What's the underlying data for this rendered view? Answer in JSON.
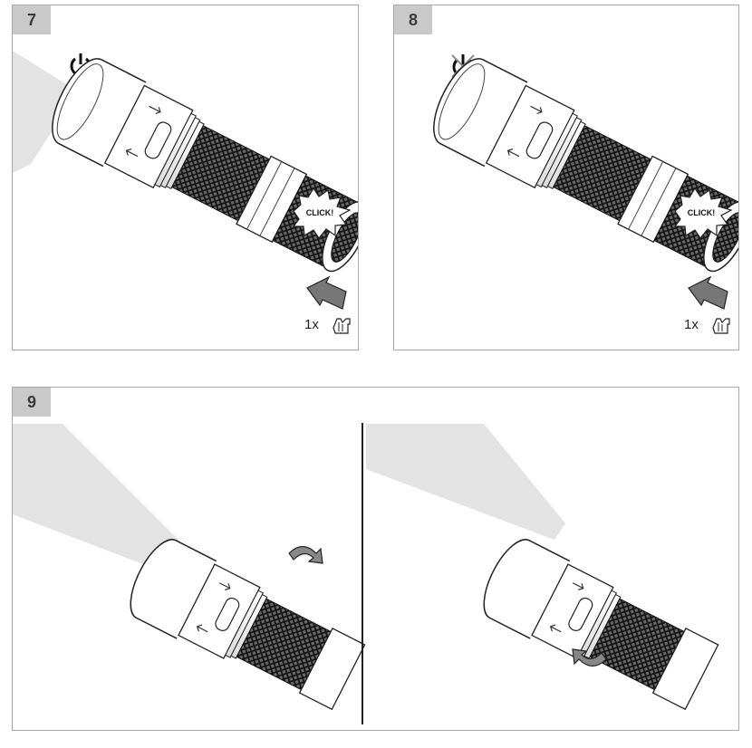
{
  "panels": [
    {
      "number": "7",
      "click_text": "CLICK!",
      "count": "1x"
    },
    {
      "number": "8",
      "click_text": "CLICK!",
      "count": "1x"
    },
    {
      "number": "9"
    }
  ],
  "colors": {
    "frame": "#a8a8a8",
    "badge": "#c9c9c9",
    "beam": "#e3e3e3",
    "knurl": "#1a1a1a"
  },
  "icons": [
    "power-icon",
    "power-off-icon",
    "rotate-arrow-icon",
    "hand-press-icon"
  ]
}
